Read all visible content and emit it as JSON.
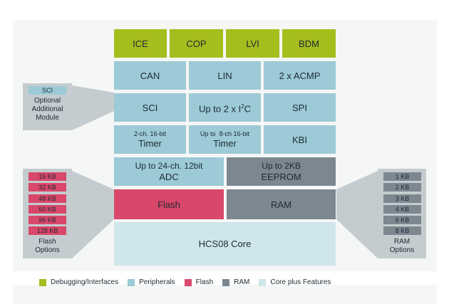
{
  "colors": {
    "debugging": "#a6bd1e",
    "peripherals": "#9ccad6",
    "flash": "#d9476a",
    "ram": "#7c8790",
    "core": "#cfe6ea",
    "callout": "#c4cccf"
  },
  "debug_row": [
    "ICE",
    "COP",
    "LVI",
    "BDM"
  ],
  "row_can": {
    "can": "CAN",
    "lin": "LIN",
    "acmp": "2 x ACMP"
  },
  "row_sci": {
    "sci": "SCI",
    "i2c_prefix": "Up to 2 x I",
    "i2c_sup": "2",
    "i2c_suffix": "C",
    "spi": "SPI"
  },
  "row_timer": {
    "timer1_line1": "2-ch. 16-bit",
    "timer1_line2": "Timer",
    "timer2_line1": "Up to  8-ch 16-bit",
    "timer2_line2": "Timer",
    "kbi": "KBI"
  },
  "row_adc": {
    "adc_line1": "Up to 24-ch. 12bit",
    "adc_line2": "ADC",
    "eeprom_line1": "Up to 2KB",
    "eeprom_line2": "EEPROM"
  },
  "row_mem": {
    "flash": "Flash",
    "ram": "RAM"
  },
  "core": "HCS08 Core",
  "sci_callout": {
    "chip": "SCI",
    "line1": "Optional",
    "line2": "Additional",
    "line3": "Module"
  },
  "flash_options": {
    "items": [
      "16 KB",
      "32 KB",
      "48 KB",
      "60 KB",
      "96 KB",
      "128 KB"
    ],
    "line1": "Flash",
    "line2": "Options"
  },
  "ram_options": {
    "items": [
      "1 KB",
      "2 KB",
      "3 KB",
      "4 KB",
      "6 KB",
      "8 KB"
    ],
    "line1": "RAM",
    "line2": "Options"
  },
  "legend": {
    "debugging": "Debugging/Interfaces",
    "peripherals": "Peripherals",
    "flash": "Flash",
    "ram": "RAM",
    "core": "Core plus Features"
  }
}
